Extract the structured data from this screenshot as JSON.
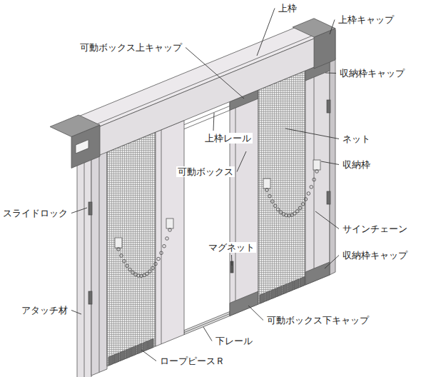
{
  "diagram": {
    "labels": [
      "上枠",
      "上枠キャップ",
      "可動ボックス上キャップ",
      "収納枠キャップ",
      "上枠レール",
      "ネット",
      "可動ボックス",
      "収納枠",
      "スライドロック",
      "サインチェーン",
      "マグネット",
      "収納枠キャップ",
      "アタッチ材",
      "可動ボックス下キャップ",
      "下レール",
      "ロープピースＲ"
    ]
  }
}
